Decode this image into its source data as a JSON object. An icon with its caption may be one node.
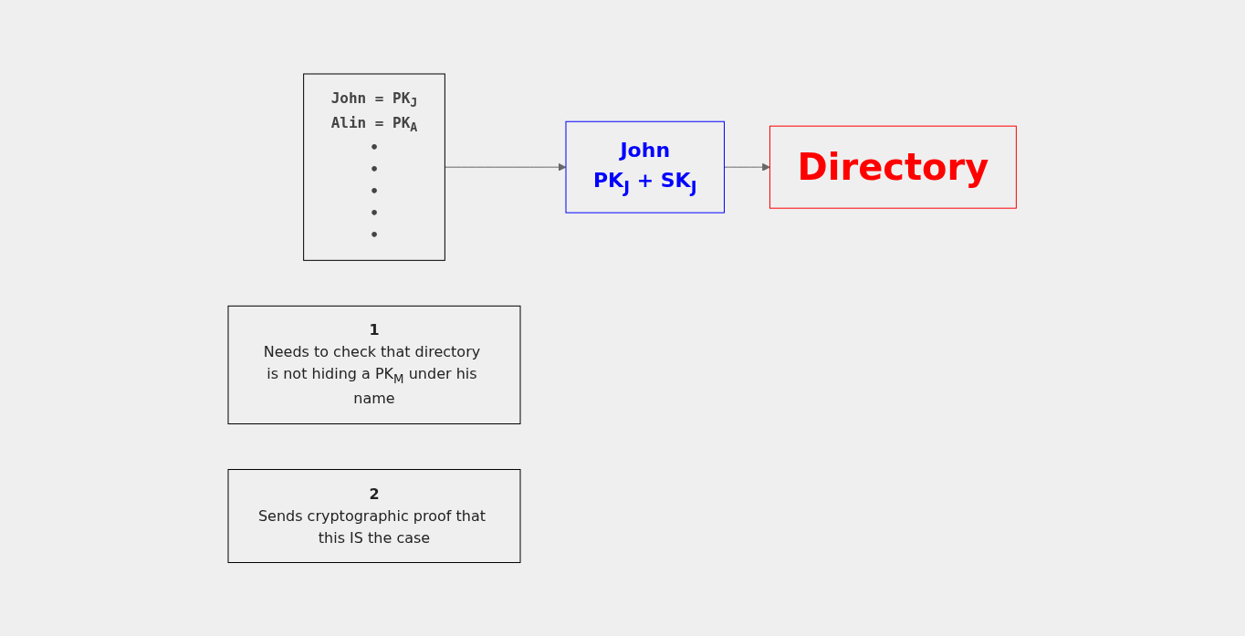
{
  "diagram": {
    "nodes": [
      {
        "text": [
          "Directory"
        ]
      },
      {
        "text": [
          "John = PK$_{J}$",
          "Alin = PK$_{A}$",
          "•",
          "•",
          "•",
          "•",
          "•"
        ]
      },
      {
        "text": [
          "John",
          "PK$_{J}$ + SK$_{J}$"
        ]
      },
      {
        "text": [
          "1",
          "Needs to check that directory is not hiding a PK$_{M}$ under his name"
        ]
      },
      {
        "text": [
          "2",
          "Sends cryptographic proof that this IS the case"
        ]
      }
    ],
    "edges": [
      {
        "from": 2,
        "to": 0,
        "arrow": "to"
      },
      {
        "from": 1,
        "to": 2,
        "arrow": "to"
      }
    ]
  }
}
